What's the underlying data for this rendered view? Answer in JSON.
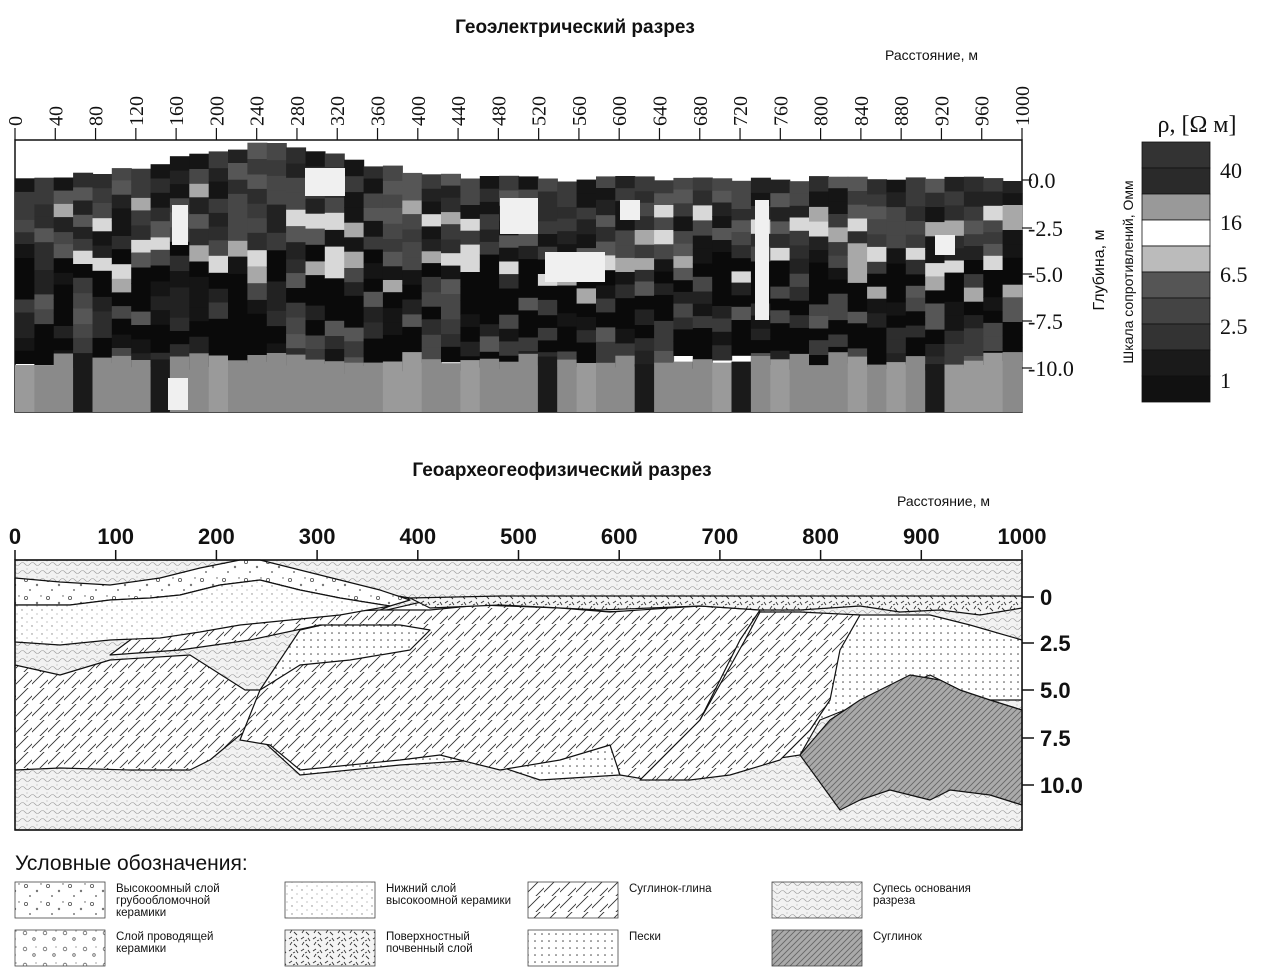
{
  "top_section": {
    "title": "Геоэлектрический   разрез",
    "distance_label": "Расстояние, м",
    "x_ticks": [
      "0",
      "40",
      "80",
      "120",
      "160",
      "200",
      "240",
      "280",
      "320",
      "360",
      "400",
      "440",
      "480",
      "520",
      "560",
      "600",
      "640",
      "680",
      "720",
      "760",
      "800",
      "840",
      "880",
      "920",
      "960",
      "1000"
    ],
    "depth_ticks": [
      "0.0",
      "-2.5",
      "-5.0",
      "-7.5",
      "-10.0"
    ],
    "depth_axis_label": "Глубина, м",
    "scale_axis_label": "Шкала сопротивлений, Омм",
    "scale_title": "ρ, [Ω м]",
    "scale_values": [
      "40",
      "16",
      "6.5",
      "2.5",
      "1"
    ]
  },
  "bottom_section": {
    "title": "Геоархеогеофизический   разрез",
    "distance_label": "Расстояние, м",
    "x_ticks": [
      "0",
      "100",
      "200",
      "300",
      "400",
      "500",
      "600",
      "700",
      "800",
      "900",
      "1000"
    ],
    "depth_ticks": [
      "0",
      "2.5",
      "5.0",
      "7.5",
      "10.0"
    ]
  },
  "legend": {
    "title": "Условные  обозначения:",
    "items": [
      {
        "label": "Высокоомный слой грубообломочной керамики",
        "pattern": "coarse-ceramic"
      },
      {
        "label": "Слой проводящей керамики",
        "pattern": "conductive-ceramic"
      },
      {
        "label": "Нижний слой высокоомной керамики",
        "pattern": "lower-ceramic"
      },
      {
        "label": "Поверхностный почвенный слой",
        "pattern": "soil"
      },
      {
        "label": "Суглинок-глина",
        "pattern": "loam-clay"
      },
      {
        "label": "Пески",
        "pattern": "sand"
      },
      {
        "label": "Супесь основания разреза",
        "pattern": "sandy-loam"
      },
      {
        "label": "Суглинок",
        "pattern": "loam"
      }
    ]
  }
}
